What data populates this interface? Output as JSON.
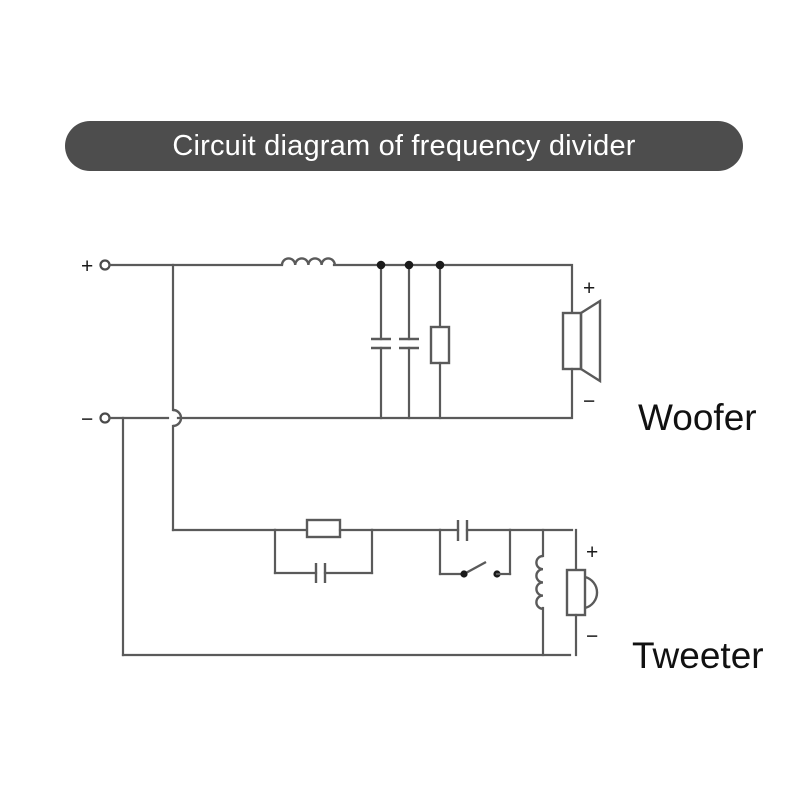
{
  "title": {
    "text": "Circuit diagram of frequency divider",
    "pill_color": "#4d4d4d",
    "text_color": "#ffffff"
  },
  "colors": {
    "background": "#ffffff",
    "wire": "#5a5a5a",
    "node": "#1a1a1a",
    "label": "#111111"
  },
  "labels": {
    "woofer": "Woofer",
    "tweeter": "Tweeter",
    "input_plus": "+",
    "input_minus": "−",
    "woofer_plus": "+",
    "woofer_minus": "−",
    "tweeter_plus": "+",
    "tweeter_minus": "−"
  },
  "circuit": {
    "description": "Passive two-way loudspeaker crossover (frequency divider) network",
    "input_terminals": [
      {
        "name": "positive-input-terminal",
        "sign": "+"
      },
      {
        "name": "negative-input-terminal",
        "sign": "−"
      }
    ],
    "low_pass_branch": {
      "driver": "Woofer",
      "components": [
        {
          "type": "inductor",
          "name": "series-inductor-woofer",
          "orientation": "horizontal",
          "turns": 4
        },
        {
          "type": "capacitor",
          "name": "shunt-capacitor-1",
          "orientation": "vertical"
        },
        {
          "type": "capacitor",
          "name": "shunt-capacitor-2",
          "orientation": "vertical"
        },
        {
          "type": "resistor",
          "name": "shunt-resistor",
          "orientation": "vertical"
        },
        {
          "type": "speaker",
          "name": "woofer-driver",
          "style": "cone"
        }
      ],
      "junction_count": 3
    },
    "high_pass_branch": {
      "driver": "Tweeter",
      "components": [
        {
          "type": "resistor",
          "name": "series-resistor-tweeter",
          "orientation": "horizontal"
        },
        {
          "type": "capacitor",
          "name": "parallel-capacitor-1",
          "orientation": "horizontal"
        },
        {
          "type": "capacitor",
          "name": "series-capacitor-2",
          "orientation": "horizontal"
        },
        {
          "type": "switch",
          "name": "level-switch",
          "state": "open"
        },
        {
          "type": "inductor",
          "name": "shunt-inductor-tweeter",
          "orientation": "vertical",
          "turns": 4
        },
        {
          "type": "speaker",
          "name": "tweeter-driver",
          "style": "dome"
        }
      ]
    },
    "wire_crossover": {
      "name": "wire-hop",
      "style": "semicircle-bridge"
    }
  }
}
